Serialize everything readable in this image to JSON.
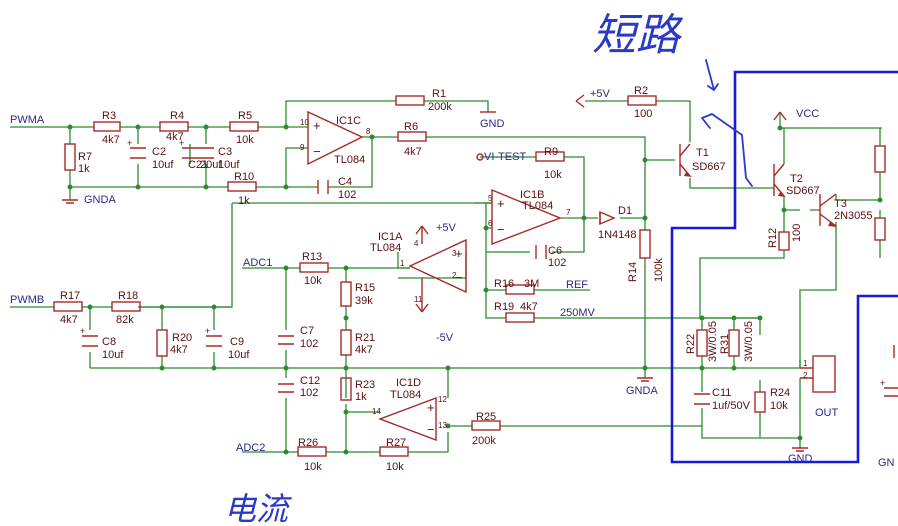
{
  "annotations": {
    "top_handwritten": "短路",
    "bottom_handwritten": "电流"
  },
  "labels": {
    "R1": "R1",
    "R1v": "200k",
    "R2": "R2",
    "R2v": "100",
    "R3": "R3",
    "R3v": "4k7",
    "R4": "R4",
    "R4v": "4k7",
    "R5": "R5",
    "R5v": "10k",
    "R6": "R6",
    "R6v": "4k7",
    "R7": "R7",
    "R7v": "1k",
    "R9": "R9",
    "R9v": "10k",
    "R10": "R10",
    "R10v": "1k",
    "R12": "R12",
    "R12v": "100",
    "R13": "R13",
    "R13v": "10k",
    "R14": "R14",
    "R14v": "100k",
    "R15": "R15",
    "R15v": "39k",
    "R16": "R16",
    "R16v": "3M",
    "R17": "R17",
    "R17v": "4k7",
    "R18": "R18",
    "R18v": "82k",
    "R19": "R19",
    "R19v": "4k7",
    "R20": "R20",
    "R20v": "4k7",
    "R21": "R21",
    "R21v": "4k7",
    "R22": "R22",
    "R22v": "3W/0.05",
    "R23": "R23",
    "R23v": "1k",
    "R24": "R24",
    "R24v": "10k",
    "R25": "R25",
    "R25v": "200k",
    "R26": "R26",
    "R26v": "10k",
    "R27": "R27",
    "R27v": "10k",
    "R31": "R31",
    "R31v": "3W/0.05",
    "C2": "C2",
    "C2v": "10uf",
    "C3": "C3",
    "C3v": "10uf",
    "C21": "C21",
    "C21v": "20uf",
    "C4": "C4",
    "C4v": "102",
    "C6": "C6",
    "C6v": "102",
    "C7": "C7",
    "C7v": "102",
    "C8": "C8",
    "C8v": "10uf",
    "C9": "C9",
    "C9v": "10uf",
    "C11": "C11",
    "C11v": "1uf/50V",
    "C12": "C12",
    "C12v": "102",
    "IC1C": "IC1C",
    "IC1B": "IC1B",
    "IC1A": "IC1A",
    "IC1D": "IC1D",
    "TL084": "TL084",
    "T1": "T1",
    "T1v": "SD667",
    "T2": "T2",
    "T2v": "SD667",
    "T3": "T3",
    "T3v": "2N3055",
    "D1": "D1",
    "D1v": "1N4148",
    "PWMA": "PWMA",
    "PWMB": "PWMB",
    "ADC1": "ADC1",
    "ADC2": "ADC2",
    "VITEST": "VI-TEST",
    "REF": "REF",
    "V250": "250MV",
    "P5V": "+5V",
    "P5V2": "+5V",
    "N5V": "-5V",
    "VCC": "VCC",
    "GND": "GND",
    "GND2": "GND",
    "GNDA": "GNDA",
    "GNDA2": "GNDA",
    "OUT": "OUT",
    "pin1": "1",
    "pin2": "2",
    "GNpart": "GN",
    "p10": "10",
    "p9": "9",
    "p8": "8",
    "p5": "5",
    "p6": "6",
    "p7": "7",
    "p3": "3",
    "p2": "2",
    "p1": "1",
    "p4": "4",
    "p11": "11",
    "p12": "12",
    "p13": "13",
    "p14": "14"
  }
}
